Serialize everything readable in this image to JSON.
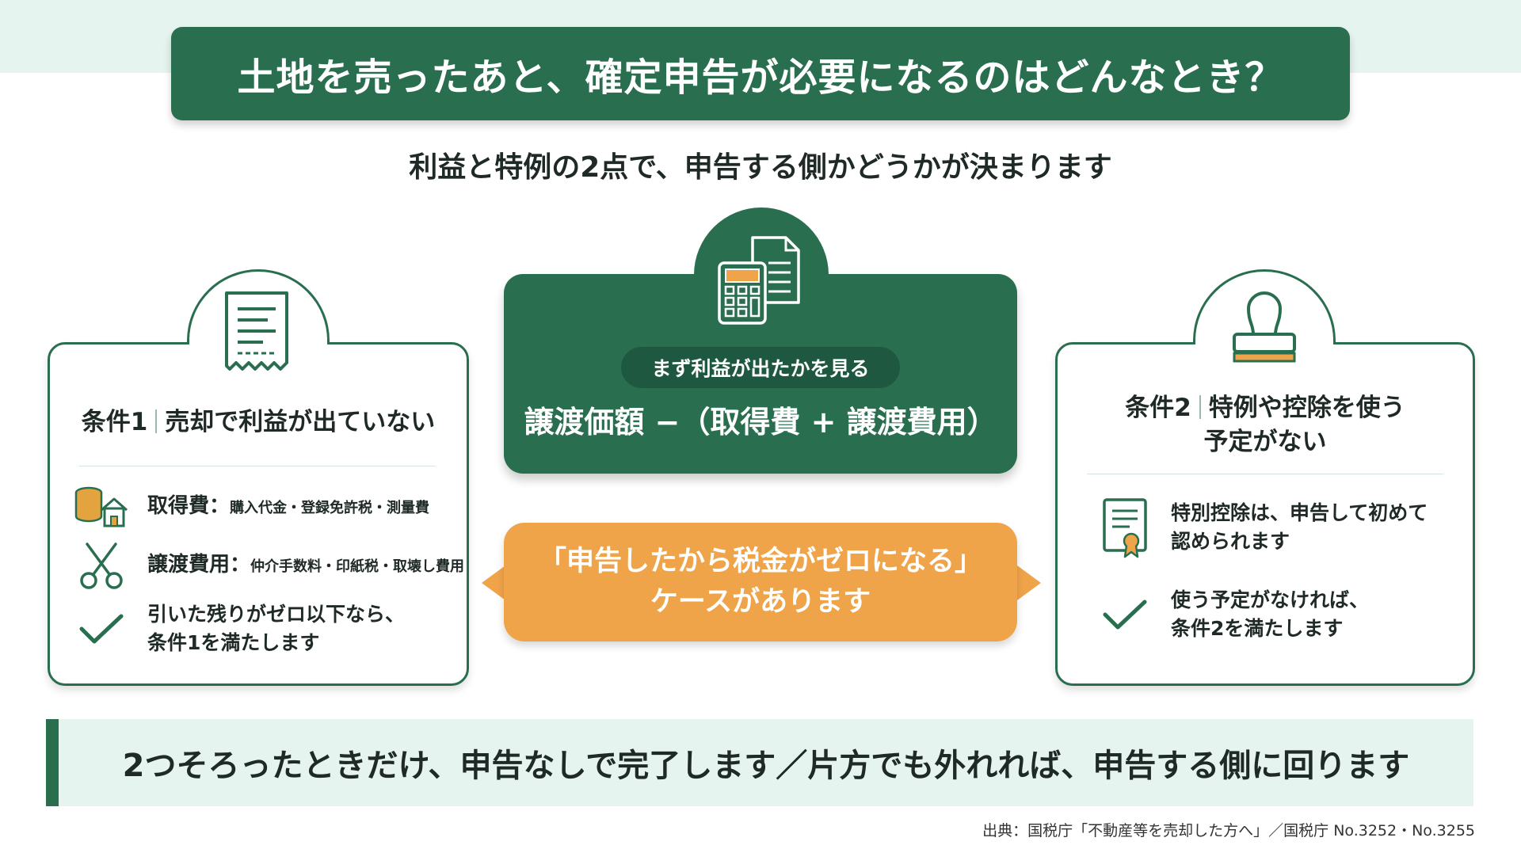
{
  "title": "土地を売ったあと、確定申告が必要になるのはどんなとき？",
  "subtitle": "利益と特例の2点で、申告する側かどうかが決まります",
  "condition1": {
    "heading_label": "条件1",
    "heading_text": "売却で利益が出ていない",
    "icon": "receipt-icon",
    "items": [
      {
        "icon": "coins-house-icon",
        "term": "取得費",
        "sep": "：",
        "desc": "購入代金・登録免許税・測量費"
      },
      {
        "icon": "scissors-icon",
        "term": "譲渡費用",
        "sep": "：",
        "desc": "仲介手数料・印紙税・取壊し費用"
      },
      {
        "icon": "check-icon",
        "line1": "引いた残りがゼロ以下なら、",
        "line2": "条件1を満たします"
      }
    ]
  },
  "center": {
    "icon": "calculator-document-icon",
    "pill": "まず利益が出たかを見る",
    "formula": "譲渡価額 −（取得費 + 譲渡費用）"
  },
  "bubble": {
    "line1": "「申告したから税金がゼロになる」",
    "line2": "ケースがあります"
  },
  "condition2": {
    "heading_label": "条件2",
    "heading_line1": "特例や控除を使う",
    "heading_line2": "予定がない",
    "icon": "stamp-icon",
    "items": [
      {
        "icon": "certificate-icon",
        "line1": "特別控除は、申告して初めて",
        "line2": "認められます"
      },
      {
        "icon": "check-icon",
        "line1": "使う予定がなければ、",
        "line2": "条件2を満たします"
      }
    ]
  },
  "bottom": "2つそろったときだけ、申告なしで完了します／片方でも外れれば、申告する側に回ります",
  "source": "出典：国税庁「不動産等を売却した方へ」／国税庁 No.3252・No.3255",
  "colors": {
    "green": "#2a6e50",
    "light": "#e6f4ef",
    "orange": "#f0a44a"
  }
}
